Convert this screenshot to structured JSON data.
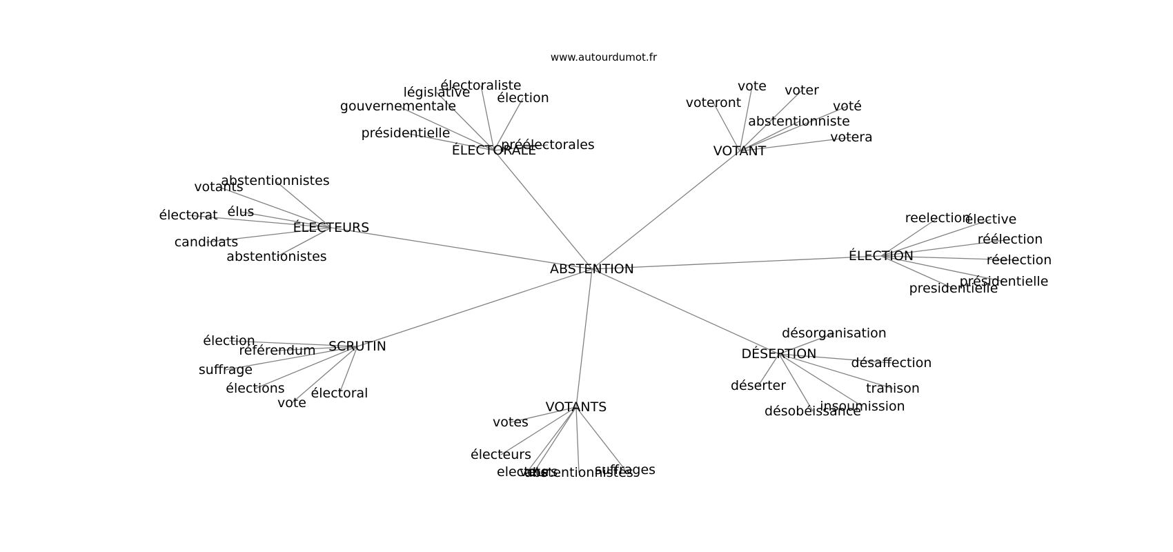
{
  "site": "www.autourdumot.fr",
  "colors": {
    "edge": "#808080",
    "text": "#000000",
    "background": "#ffffff"
  },
  "root": {
    "id": "abstention",
    "label": "ABSTENTION"
  },
  "clusters": [
    {
      "id": "electorale",
      "label": "ÉLECTORALE",
      "leaves": [
        "électoraliste",
        "législative",
        "élection",
        "gouvernementale",
        "présidentielle",
        "préélectorales"
      ]
    },
    {
      "id": "votant",
      "label": "VOTANT",
      "leaves": [
        "vote",
        "voter",
        "voteront",
        "voté",
        "abstentionniste",
        "votera"
      ]
    },
    {
      "id": "electeurs",
      "label": "ÉLECTEURS",
      "leaves": [
        "abstentionnistes",
        "votants",
        "élus",
        "électorat",
        "candidats",
        "abstentionistes"
      ]
    },
    {
      "id": "election",
      "label": "ÉLECTION",
      "leaves": [
        "reelection",
        "élective",
        "réélection",
        "réelection",
        "présidentielle",
        "presidentielle"
      ]
    },
    {
      "id": "scrutin",
      "label": "SCRUTIN",
      "leaves": [
        "élection",
        "référendum",
        "suffrage",
        "élections",
        "vote",
        "électoral"
      ]
    },
    {
      "id": "desertion",
      "label": "DÉSERTION",
      "leaves": [
        "désorganisation",
        "désaffection",
        "déserter",
        "trahison",
        "insoumission",
        "désobéissance"
      ]
    },
    {
      "id": "votants",
      "label": "VOTANTS",
      "leaves": [
        "votes",
        "électeurs",
        "vote",
        "electeurs",
        "abstentionnistes",
        "suffrages"
      ]
    }
  ]
}
